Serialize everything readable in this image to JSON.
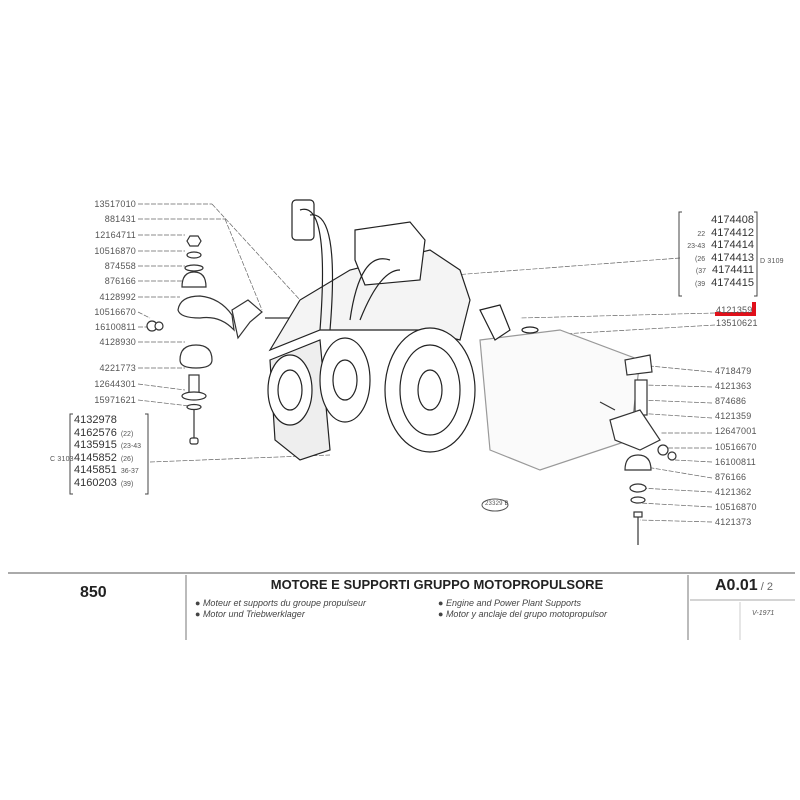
{
  "left_parts": [
    "13517010",
    "881431",
    "12164711",
    "10516870",
    "874558",
    "876166",
    "4128992",
    "10516670",
    "16100811",
    "4128930",
    "4221773",
    "12644301",
    "15971621"
  ],
  "left_group": {
    "ref": "C 3103",
    "items": [
      {
        "num": "4132978",
        "note": ""
      },
      {
        "num": "4162576",
        "note": "(22)"
      },
      {
        "num": "4135915",
        "note": "(23-43"
      },
      {
        "num": "4145852",
        "note": "(26)"
      },
      {
        "num": "4145851",
        "note": "36-37"
      },
      {
        "num": "4160203",
        "note": "(39)"
      }
    ]
  },
  "right_group": {
    "ref": "D 3109",
    "items": [
      {
        "num": "4174408",
        "note": ""
      },
      {
        "num": "4174412",
        "note": "22"
      },
      {
        "num": "4174414",
        "note": "23-43"
      },
      {
        "num": "4174413",
        "note": "(26"
      },
      {
        "num": "4174411",
        "note": "(37"
      },
      {
        "num": "4174415",
        "note": "(39"
      }
    ]
  },
  "right_parts_top": [
    "4121359",
    "13510621"
  ],
  "right_parts": [
    "4718479",
    "4121363",
    "874686",
    "4121359",
    "12647001",
    "10516670",
    "16100811",
    "876166",
    "4121362",
    "10516870",
    "4121373"
  ],
  "drawing_stamp": "23329 B",
  "highlight_color": "#e0101a",
  "footer": {
    "model": "850",
    "title": "MOTORE E SUPPORTI GRUPPO MOTOPROPULSORE",
    "subtitles": [
      "Moteur et supports du groupe propulseur",
      "Motor und Triebwerklager",
      "Engine and Power Plant Supports",
      "Motor y anclaje del grupo motopropulsor"
    ],
    "code": "A0.01",
    "page": "2",
    "date": "V-1971"
  }
}
